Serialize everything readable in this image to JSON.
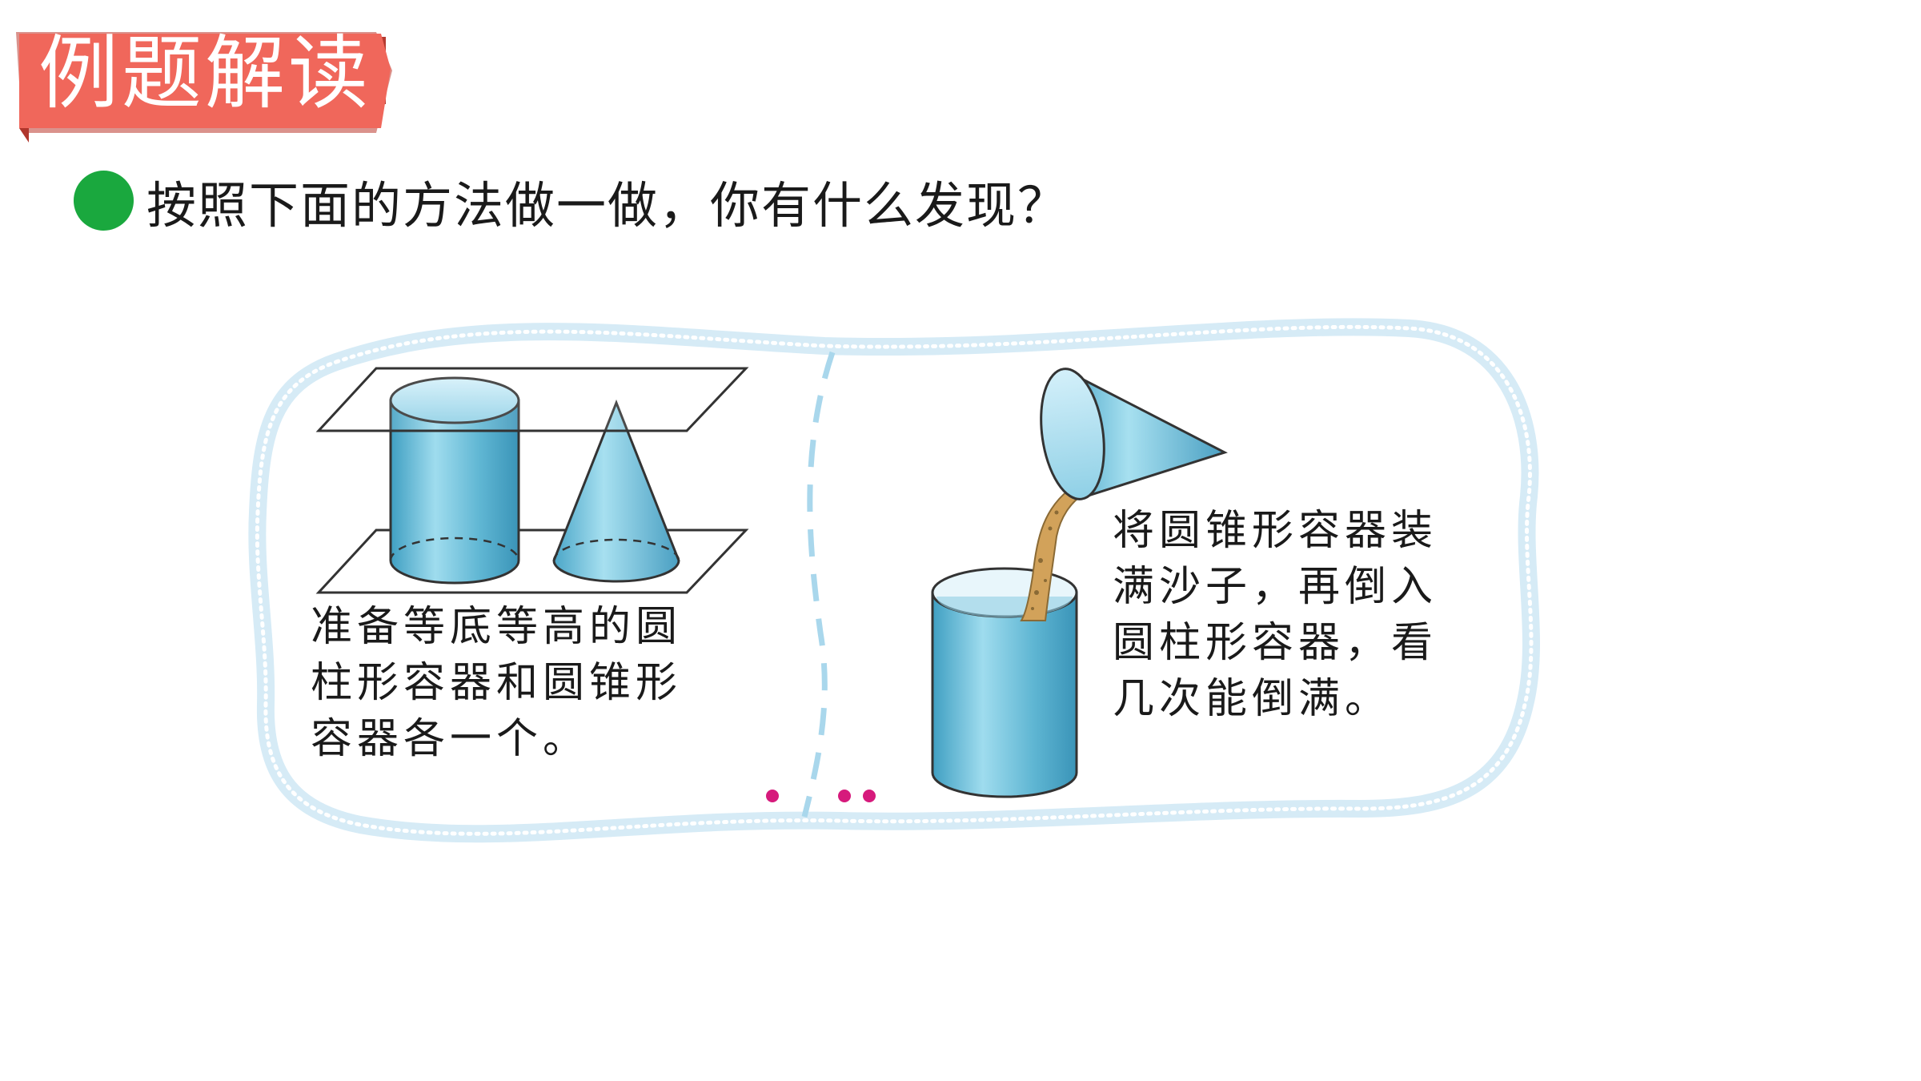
{
  "header": {
    "title": "例题解读"
  },
  "question": {
    "text": "按照下面的方法做一做，你有什么发现？"
  },
  "illustration": {
    "left_caption": [
      "准备等底等高的圆",
      "柱形容器和圆锥形",
      "容器各一个。"
    ],
    "right_caption": [
      "将圆锥形容器装",
      "满沙子，再倒入",
      "圆柱形容器，看",
      "几次能倒满。"
    ]
  },
  "colors": {
    "banner": "#f0675b",
    "banner_shadow": "#c9473c",
    "bullet": "#1aa83e",
    "border": "#cfe6f3",
    "container_fill": "#6ec2dc",
    "sand": "#d2a25a",
    "dots": "#d61a7c"
  }
}
